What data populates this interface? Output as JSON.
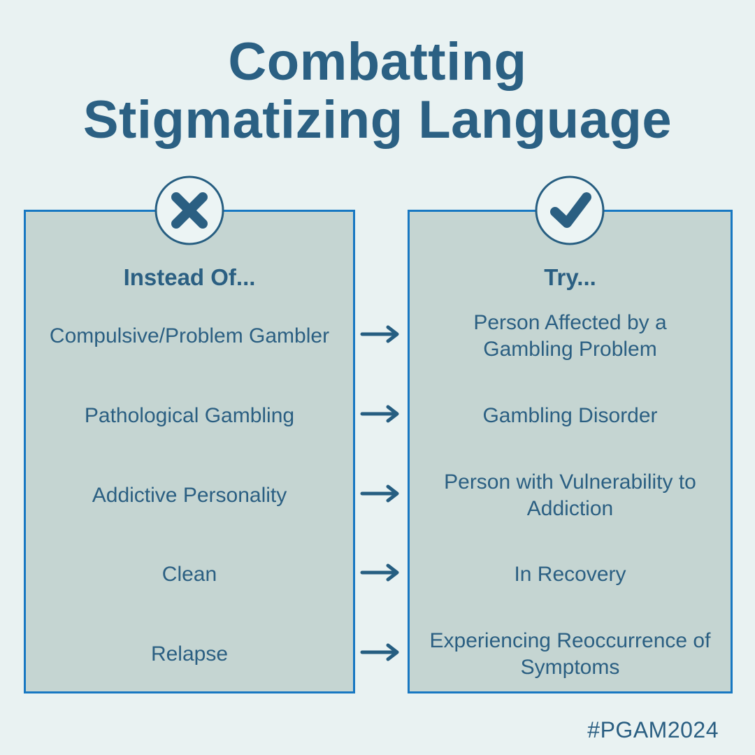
{
  "title": {
    "line1": "Combatting",
    "line2": "Stigmatizing Language"
  },
  "left_column": {
    "icon": "x-icon",
    "header": "Instead Of..."
  },
  "right_column": {
    "icon": "check-icon",
    "header": "Try..."
  },
  "rows": [
    {
      "instead_of": "Compulsive/Problem Gambler",
      "try": "Person Affected by a\nGambling Problem"
    },
    {
      "instead_of": "Pathological Gambling",
      "try": "Gambling Disorder"
    },
    {
      "instead_of": "Addictive Personality",
      "try": "Person with Vulnerability to\nAddiction"
    },
    {
      "instead_of": "Clean",
      "try": "In Recovery"
    },
    {
      "instead_of": "Relapse",
      "try": "Experiencing Reoccurrence of\nSymptoms"
    }
  ],
  "footer": {
    "hashtag": "#PGAM2024"
  },
  "colors": {
    "background": "#E9F2F2",
    "panel_fill": "#C5D5D2",
    "panel_border": "#1878C2",
    "text": "#2B5F82",
    "icon_stroke": "#2B5F82",
    "badge_fill": "#ECF4F4"
  }
}
